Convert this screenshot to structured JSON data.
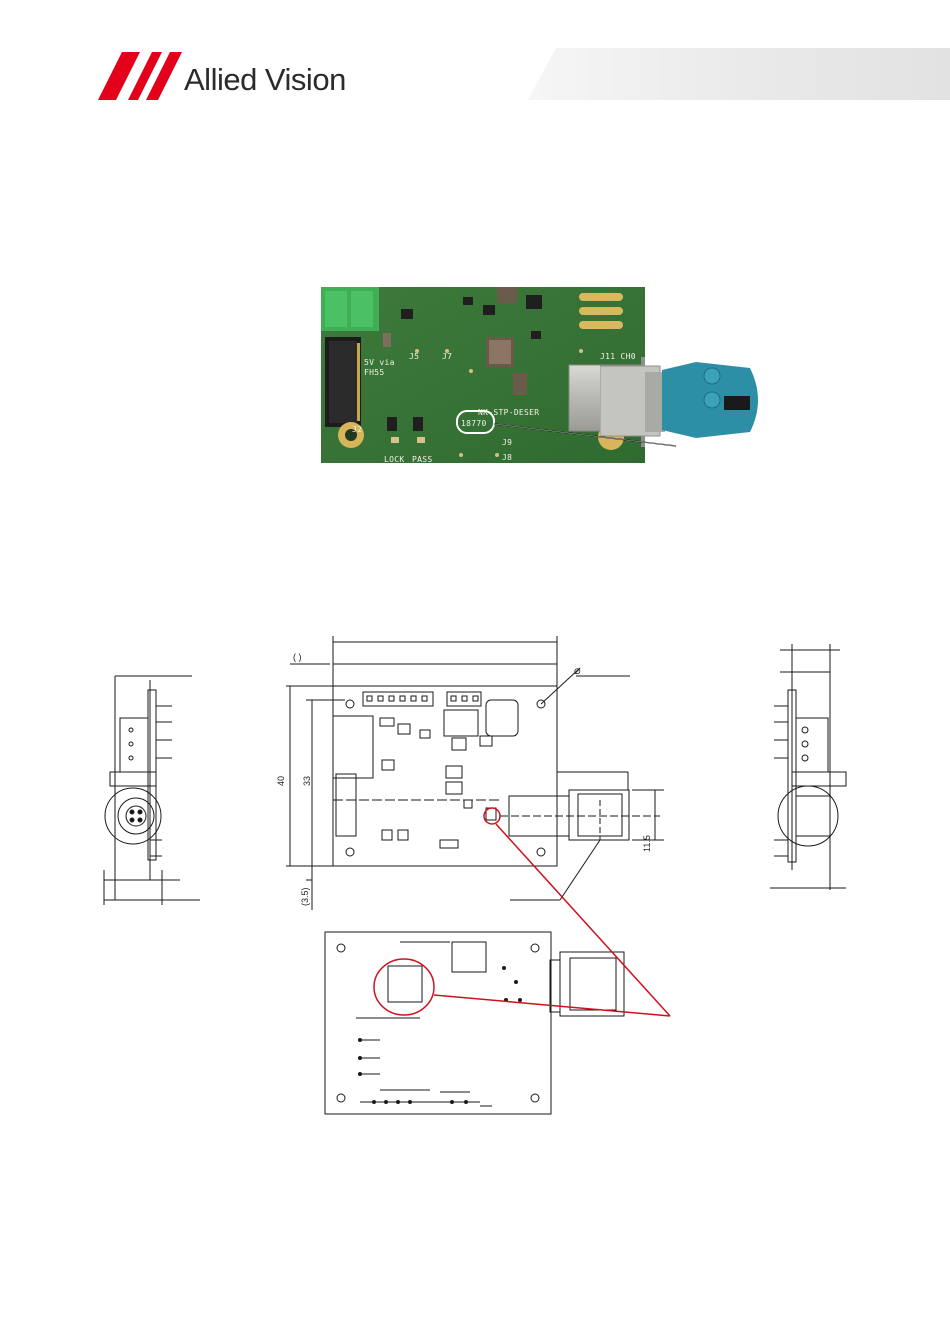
{
  "header": {
    "brand_name": "Allied Vision",
    "logo_icon": "allied-vision-logo-icon",
    "brand_color": "#e3001b"
  },
  "photo": {
    "labels": {
      "j2": "J2",
      "j5": "J5",
      "j7": "J7",
      "j8": "J8",
      "j9": "J9",
      "j11": "J11 CH0",
      "power_line1": "5V via",
      "power_line2": "FH55",
      "board_name": "NK-STP-DESER",
      "serial": "18770",
      "lock": "LOCK",
      "pass": "PASS"
    },
    "highlight_color": "#ffffff"
  },
  "drawing": {
    "dims": {
      "d40": "40",
      "d33": "33",
      "d11_5": "11.5",
      "d3_5": "(3.5)",
      "paren": "( )",
      "diameter": "⌀"
    },
    "callout_color": "#d0101e"
  }
}
